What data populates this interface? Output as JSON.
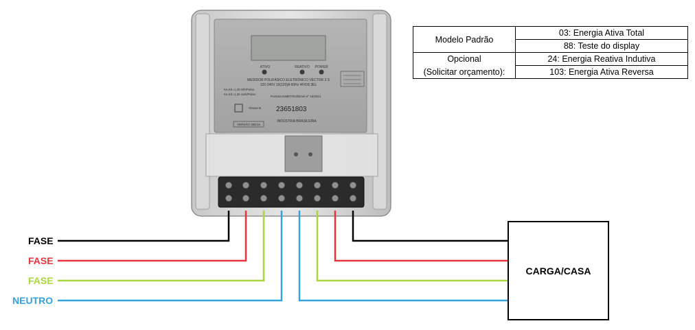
{
  "meter": {
    "model_text": "MEDIDOR POLIFÁSICO ELETRÔNICO VECTOR 3 S",
    "spec_text": "120-240V 15(120)A 60Hz 4FIOS 3EL",
    "kh_text_1": "Ke,Kh=1,25 Wh/Pulso",
    "kh_text_2": "Ke,Kh=1,25 varh/Pulso",
    "portaria_text": "Portaria INMETRO/Dimel nº 15/2021",
    "serial": "23651803",
    "class_text": "Classe B",
    "version_text": "VERSÃO 366/19",
    "industry_text": "INDÚSTRIA BRASILEIRA",
    "led_labels": [
      "ATIVO",
      "REATIVO",
      "POWER"
    ]
  },
  "wires": {
    "colors": {
      "black": "#000000",
      "red": "#e8333c",
      "green": "#a8d63c",
      "blue": "#35a2dd"
    },
    "labels": [
      {
        "text": "FASE",
        "color": "#000000"
      },
      {
        "text": "FASE",
        "color": "#e8333c"
      },
      {
        "text": "FASE",
        "color": "#a8d63c"
      },
      {
        "text": "NEUTRO",
        "color": "#35a2dd"
      }
    ]
  },
  "modes_table": {
    "groups": [
      {
        "label": "Modelo Padrão",
        "rows": [
          "03: Energia Ativa Total",
          "88: Teste do display"
        ]
      },
      {
        "label_line1": "Opcional",
        "label_line2": "(Solicitar orçamento):",
        "rows": [
          "24: Energia Reativa Indutiva",
          "103: Energia Ativa Reversa"
        ]
      }
    ]
  },
  "load": {
    "label": "CARGA/CASA"
  }
}
